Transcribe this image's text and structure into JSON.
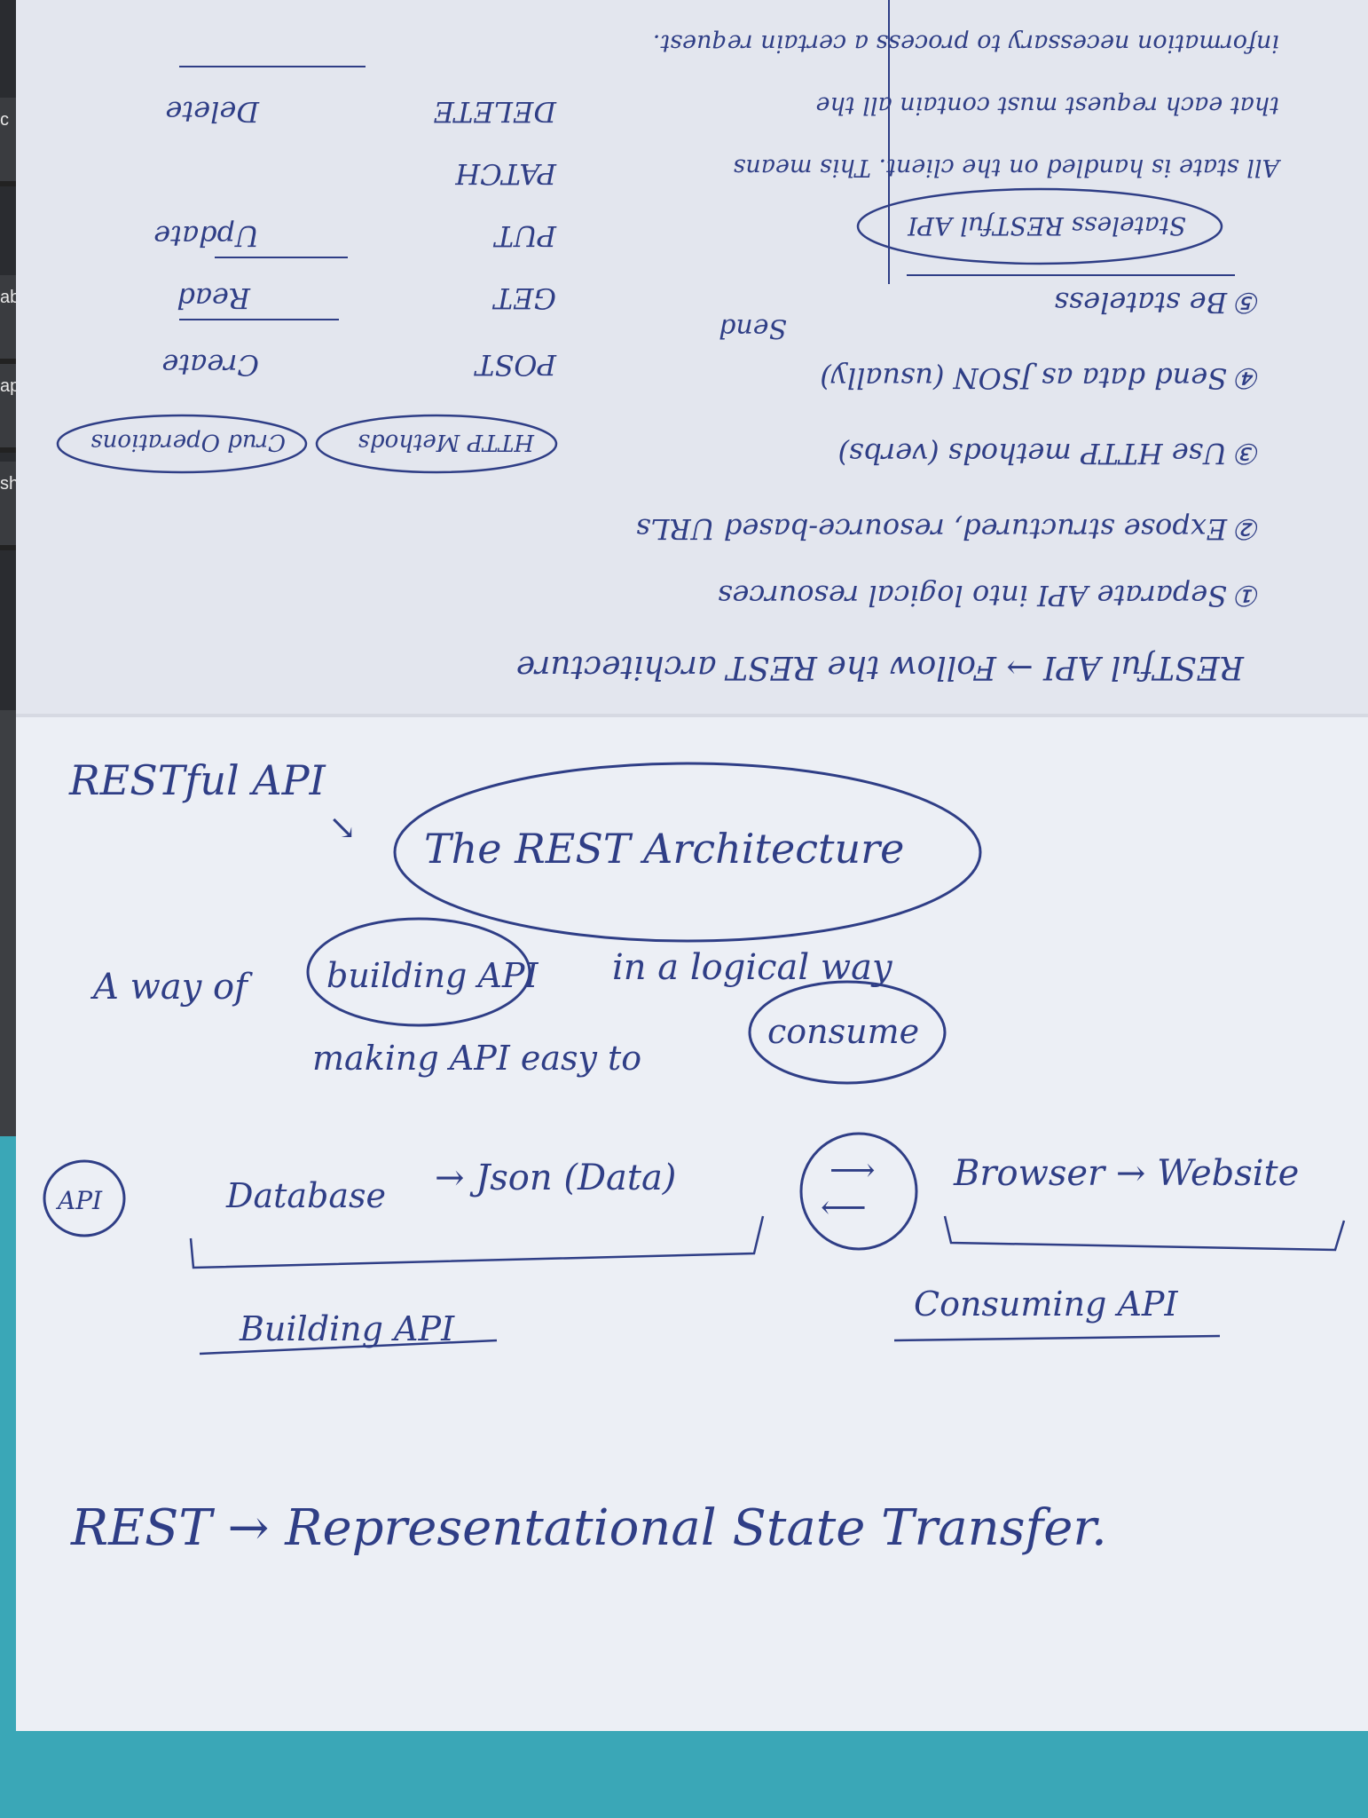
{
  "keyboard": {
    "keys": [
      "c",
      "ab",
      "aps",
      "shift",
      "sh"
    ]
  },
  "notes_upside_down": {
    "heading": "RESTful API → Follow the REST architecture",
    "items": [
      "① Separate API into logical resources",
      "② Expose structured, resource-based URLs",
      "③ Use HTTP methods (verbs)",
      "④ Send data as JSON (usually)",
      "⑤ Be stateless"
    ],
    "http_methods_tag": "HTTP Methods",
    "crud_tag": "Crud Operations",
    "stateless_tag": "Stateless RESTful API",
    "stateless_note_1": "All state is handled on the client. This means",
    "stateless_note_2": "that each request must contain all the",
    "stateless_note_3": "information necessary to process a certain request.",
    "send_note": "Send",
    "methods": [
      {
        "verb": "POST",
        "op": "Create"
      },
      {
        "verb": "GET",
        "op": "Read"
      },
      {
        "verb": "PUT",
        "op": "Update"
      },
      {
        "verb": "PATCH",
        "op": ""
      },
      {
        "verb": "DELETE",
        "op": "Delete"
      }
    ]
  },
  "notes": {
    "restful_api": "RESTful API",
    "arrow": "↘",
    "rest_architecture": "The REST Architecture",
    "definition_line_1_a": "A way of",
    "definition_building": "building API",
    "definition_line_1_b": "in a logical way",
    "definition_line_2_a": "making API easy to",
    "definition_consume": "consume",
    "api_badge": "API",
    "database": "Database",
    "json_data": "→ Json (Data)",
    "browser_website": "Browser → Website",
    "building_api": "Building API",
    "consuming_api": "Consuming API",
    "rest_full": "REST → Representational State Transfer."
  }
}
